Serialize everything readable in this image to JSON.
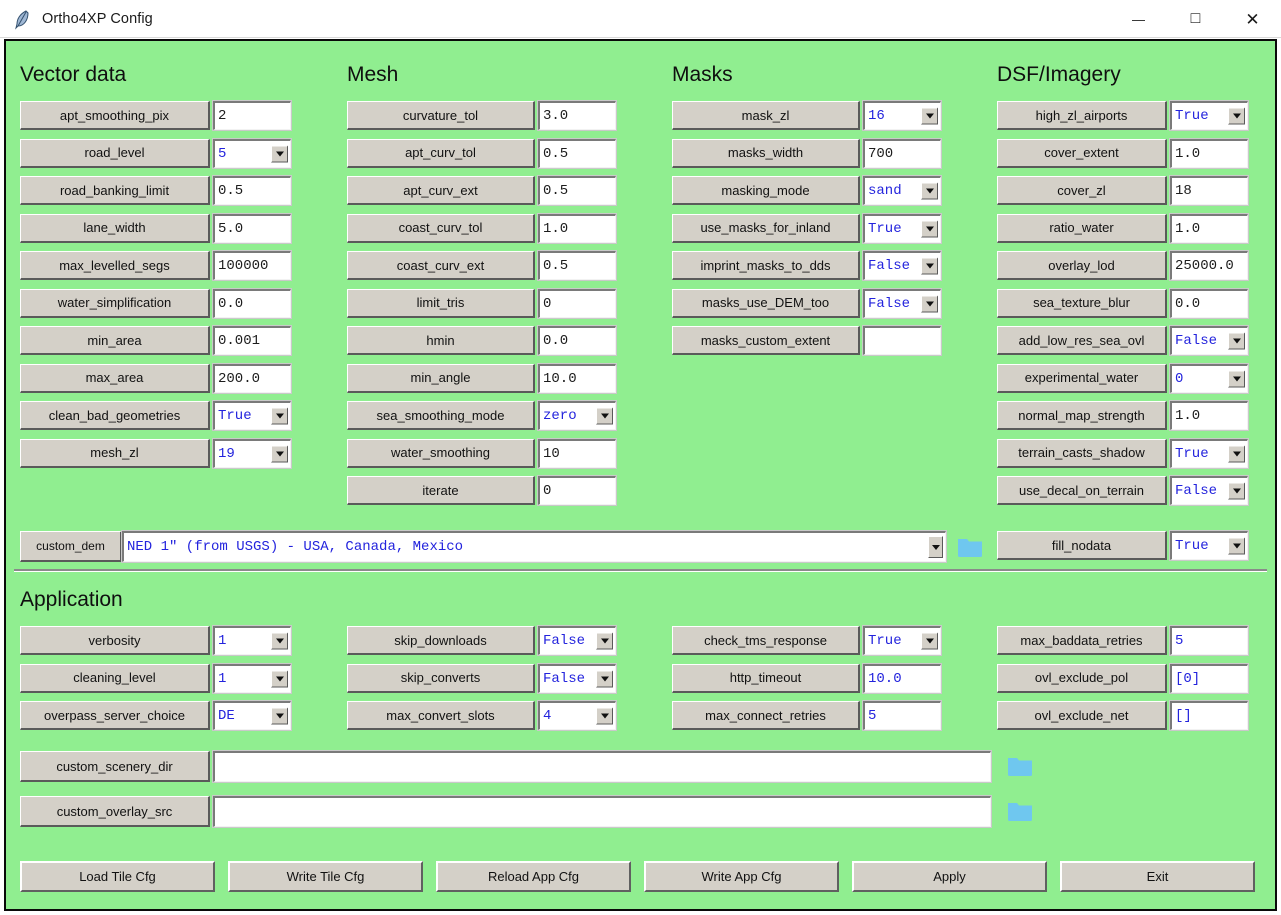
{
  "window": {
    "title": "Ortho4XP Config",
    "icon": "feather-icon",
    "controls": [
      {
        "name": "minimize-button",
        "glyph": "—"
      },
      {
        "name": "maximize-button",
        "glyph": "□"
      },
      {
        "name": "close-button",
        "glyph": "✕"
      }
    ]
  },
  "theme": {
    "background": "#90ee90",
    "button_face": "#d4d0c8",
    "value_blue": "#2323dd",
    "folder_blue": "#6fc7ef"
  },
  "sections": {
    "vector_data": {
      "title": "Vector data",
      "rows": [
        {
          "label": "apt_smoothing_pix",
          "value": "2",
          "type": "entry"
        },
        {
          "label": "road_level",
          "value": "5",
          "type": "combo"
        },
        {
          "label": "road_banking_limit",
          "value": "0.5",
          "type": "entry"
        },
        {
          "label": "lane_width",
          "value": "5.0",
          "type": "entry"
        },
        {
          "label": "max_levelled_segs",
          "value": "100000",
          "type": "entry"
        },
        {
          "label": "water_simplification",
          "value": "0.0",
          "type": "entry"
        },
        {
          "label": "min_area",
          "value": "0.001",
          "type": "entry"
        },
        {
          "label": "max_area",
          "value": "200.0",
          "type": "entry"
        },
        {
          "label": "clean_bad_geometries",
          "value": "True",
          "type": "combo"
        },
        {
          "label": "mesh_zl",
          "value": "19",
          "type": "combo"
        }
      ]
    },
    "mesh": {
      "title": "Mesh",
      "rows": [
        {
          "label": "curvature_tol",
          "value": "3.0",
          "type": "entry"
        },
        {
          "label": "apt_curv_tol",
          "value": "0.5",
          "type": "entry"
        },
        {
          "label": "apt_curv_ext",
          "value": "0.5",
          "type": "entry"
        },
        {
          "label": "coast_curv_tol",
          "value": "1.0",
          "type": "entry"
        },
        {
          "label": "coast_curv_ext",
          "value": "0.5",
          "type": "entry"
        },
        {
          "label": "limit_tris",
          "value": "0",
          "type": "entry"
        },
        {
          "label": "hmin",
          "value": "0.0",
          "type": "entry"
        },
        {
          "label": "min_angle",
          "value": "10.0",
          "type": "entry"
        },
        {
          "label": "sea_smoothing_mode",
          "value": "zero",
          "type": "combo"
        },
        {
          "label": "water_smoothing",
          "value": "10",
          "type": "entry"
        },
        {
          "label": "iterate",
          "value": "0",
          "type": "entry"
        }
      ]
    },
    "masks": {
      "title": "Masks",
      "rows": [
        {
          "label": "mask_zl",
          "value": "16",
          "type": "combo"
        },
        {
          "label": "masks_width",
          "value": "700",
          "type": "entry"
        },
        {
          "label": "masking_mode",
          "value": "sand",
          "type": "combo"
        },
        {
          "label": "use_masks_for_inland",
          "value": "True",
          "type": "combo"
        },
        {
          "label": "imprint_masks_to_dds",
          "value": "False",
          "type": "combo"
        },
        {
          "label": "masks_use_DEM_too",
          "value": "False",
          "type": "combo"
        },
        {
          "label": "masks_custom_extent",
          "value": "",
          "type": "entry"
        }
      ]
    },
    "dsf_imagery": {
      "title": "DSF/Imagery",
      "rows": [
        {
          "label": "high_zl_airports",
          "value": "True",
          "type": "combo"
        },
        {
          "label": "cover_extent",
          "value": "1.0",
          "type": "entry"
        },
        {
          "label": "cover_zl",
          "value": "18",
          "type": "entry"
        },
        {
          "label": "ratio_water",
          "value": "1.0",
          "type": "entry"
        },
        {
          "label": "overlay_lod",
          "value": "25000.0",
          "type": "entry"
        },
        {
          "label": "sea_texture_blur",
          "value": "0.0",
          "type": "entry"
        },
        {
          "label": "add_low_res_sea_ovl",
          "value": "False",
          "type": "combo"
        },
        {
          "label": "experimental_water",
          "value": "0",
          "type": "combo"
        },
        {
          "label": "normal_map_strength",
          "value": "1.0",
          "type": "entry"
        },
        {
          "label": "terrain_casts_shadow",
          "value": "True",
          "type": "combo"
        },
        {
          "label": "use_decal_on_terrain",
          "value": "False",
          "type": "combo"
        },
        {
          "label": "fill_nodata",
          "value": "True",
          "type": "combo"
        }
      ]
    },
    "custom_dem": {
      "label": "custom_dem",
      "value": "NED 1\" (from USGS) - USA, Canada, Mexico",
      "browse_icon": "folder-icon"
    },
    "application": {
      "title": "Application",
      "col1": [
        {
          "label": "verbosity",
          "value": "1",
          "type": "combo"
        },
        {
          "label": "cleaning_level",
          "value": "1",
          "type": "combo"
        },
        {
          "label": "overpass_server_choice",
          "value": "DE",
          "type": "combo"
        }
      ],
      "col2": [
        {
          "label": "skip_downloads",
          "value": "False",
          "type": "combo"
        },
        {
          "label": "skip_converts",
          "value": "False",
          "type": "combo"
        },
        {
          "label": "max_convert_slots",
          "value": "4",
          "type": "combo"
        }
      ],
      "col3": [
        {
          "label": "check_tms_response",
          "value": "True",
          "type": "combo"
        },
        {
          "label": "http_timeout",
          "value": "10.0",
          "type": "entry-blue"
        },
        {
          "label": "max_connect_retries",
          "value": "5",
          "type": "entry-blue"
        }
      ],
      "col4": [
        {
          "label": "max_baddata_retries",
          "value": "5",
          "type": "entry-blue"
        },
        {
          "label": "ovl_exclude_pol",
          "value": "[0]",
          "type": "entry-blue"
        },
        {
          "label": "ovl_exclude_net",
          "value": "[]",
          "type": "entry-blue"
        }
      ],
      "paths": [
        {
          "label": "custom_scenery_dir",
          "value": "",
          "browse_icon": "folder-icon"
        },
        {
          "label": "custom_overlay_src",
          "value": "",
          "browse_icon": "folder-icon"
        }
      ]
    }
  },
  "actions": [
    {
      "label": "Load Tile Cfg"
    },
    {
      "label": "Write Tile Cfg"
    },
    {
      "label": "Reload App Cfg"
    },
    {
      "label": "Write App Cfg"
    },
    {
      "label": "Apply"
    },
    {
      "label": "Exit"
    }
  ]
}
